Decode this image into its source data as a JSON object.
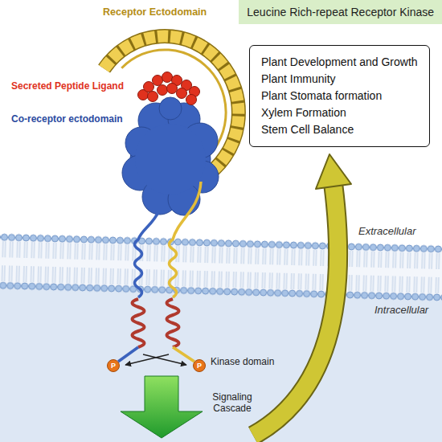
{
  "diagram": {
    "title": "Leucine Rich-repeat Receptor Kinase",
    "nodes": [
      {
        "text": [
          "Plant Development and Growth",
          "Plant Immunity",
          "Plant Stomata formation",
          "Xylem Formation",
          "Stem Cell Balance"
        ]
      }
    ],
    "labels": [
      "Receptor Ectodomain",
      "Secreted Peptide Ligand",
      "Co-receptor ectodomain",
      "Extracellular",
      "Intracellular",
      "P",
      "P",
      "Kinase domain",
      "Signaling Cascade"
    ]
  }
}
